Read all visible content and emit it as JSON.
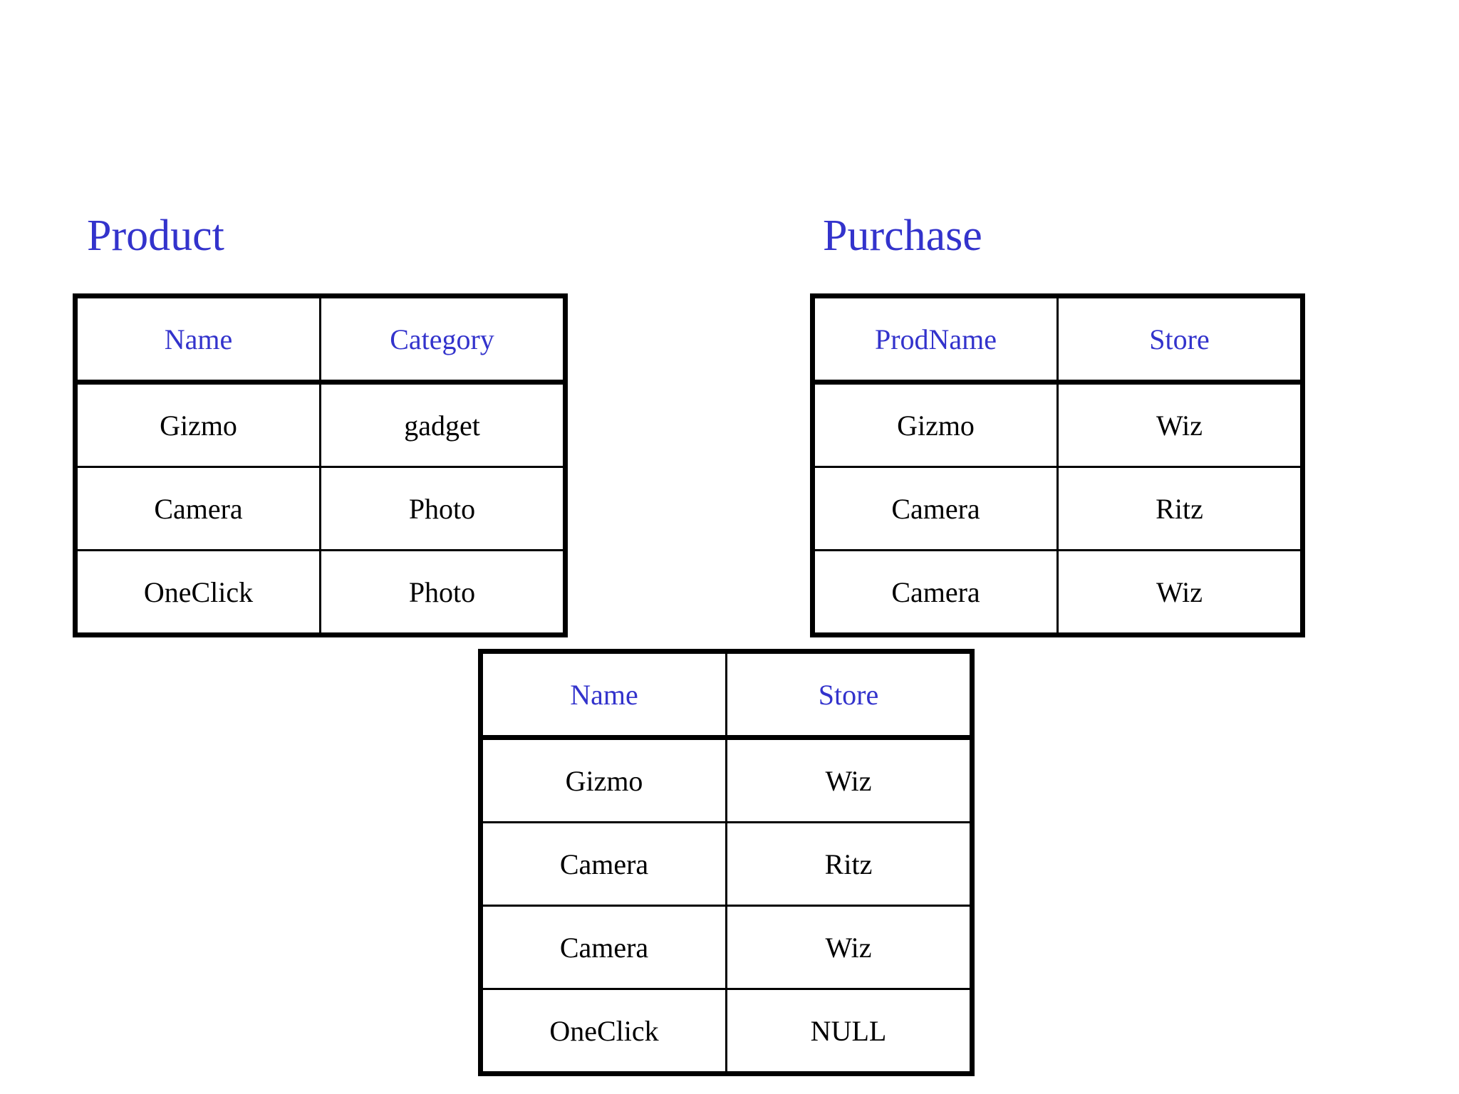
{
  "colors": {
    "header_text": "#3333cc",
    "title_text": "#3333cc",
    "cell_text": "#000000",
    "null_text": "#ef4444",
    "border": "#000000",
    "background": "#ffffff"
  },
  "tables": {
    "product": {
      "title": "Product",
      "columns": [
        "Name",
        "Category"
      ],
      "rows": [
        [
          "Gizmo",
          "gadget"
        ],
        [
          "Camera",
          "Photo"
        ],
        [
          "OneClick",
          "Photo"
        ]
      ]
    },
    "purchase": {
      "title": "Purchase",
      "columns": [
        "ProdName",
        "Store"
      ],
      "rows": [
        [
          "Gizmo",
          "Wiz"
        ],
        [
          "Camera",
          "Ritz"
        ],
        [
          "Camera",
          "Wiz"
        ]
      ]
    },
    "result": {
      "title": "",
      "columns": [
        "Name",
        "Store"
      ],
      "rows": [
        [
          "Gizmo",
          "Wiz"
        ],
        [
          "Camera",
          "Ritz"
        ],
        [
          "Camera",
          "Wiz"
        ],
        [
          "OneClick",
          "NULL"
        ]
      ],
      "null_cells": [
        [
          3,
          1
        ]
      ]
    }
  }
}
